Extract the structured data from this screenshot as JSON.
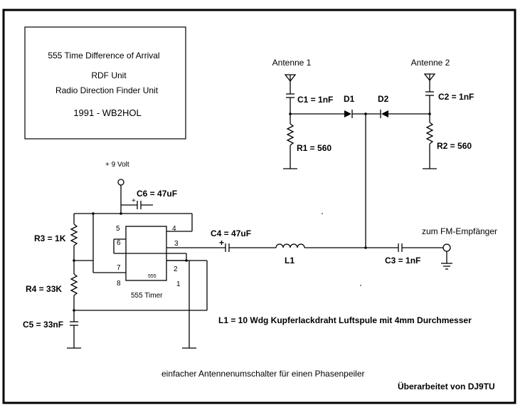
{
  "title_box": {
    "line1": "555 Time Difference of Arrival",
    "line2": "RDF Unit",
    "line3": "Radio Direction Finder Unit",
    "line4": "1991 - WB2HOL"
  },
  "antennas": {
    "a1": "Antenne 1",
    "a2": "Antenne 2"
  },
  "components": {
    "c1": "C1 = 1nF",
    "c2": "C2 = 1nF",
    "c3": "C3 = 1nF",
    "c4": "C4 = 47uF",
    "c5": "C5 = 33nF",
    "c6": "C6 = 47uF",
    "d1": "D1",
    "d2": "D2",
    "r1": "R1 = 560",
    "r2": "R2 = 560",
    "r3": "R3 = 1K",
    "r4": "R4 = 33K",
    "l1": "L1",
    "plus": "+",
    "supply": "+ 9 Volt",
    "receiver": "zum FM-Empfänger"
  },
  "timer": {
    "label": "555 Timer",
    "chip_text": "555",
    "pins": [
      "1",
      "2",
      "3",
      "4",
      "5",
      "6",
      "7",
      "8"
    ]
  },
  "notes": {
    "coil": "L1 = 10 Wdg Kupferlackdraht Luftspule mit 4mm Durchmesser",
    "caption": "einfacher Antennenumschalter für einen Phasenpeiler",
    "credit": "Überarbeitet von DJ9TU"
  }
}
